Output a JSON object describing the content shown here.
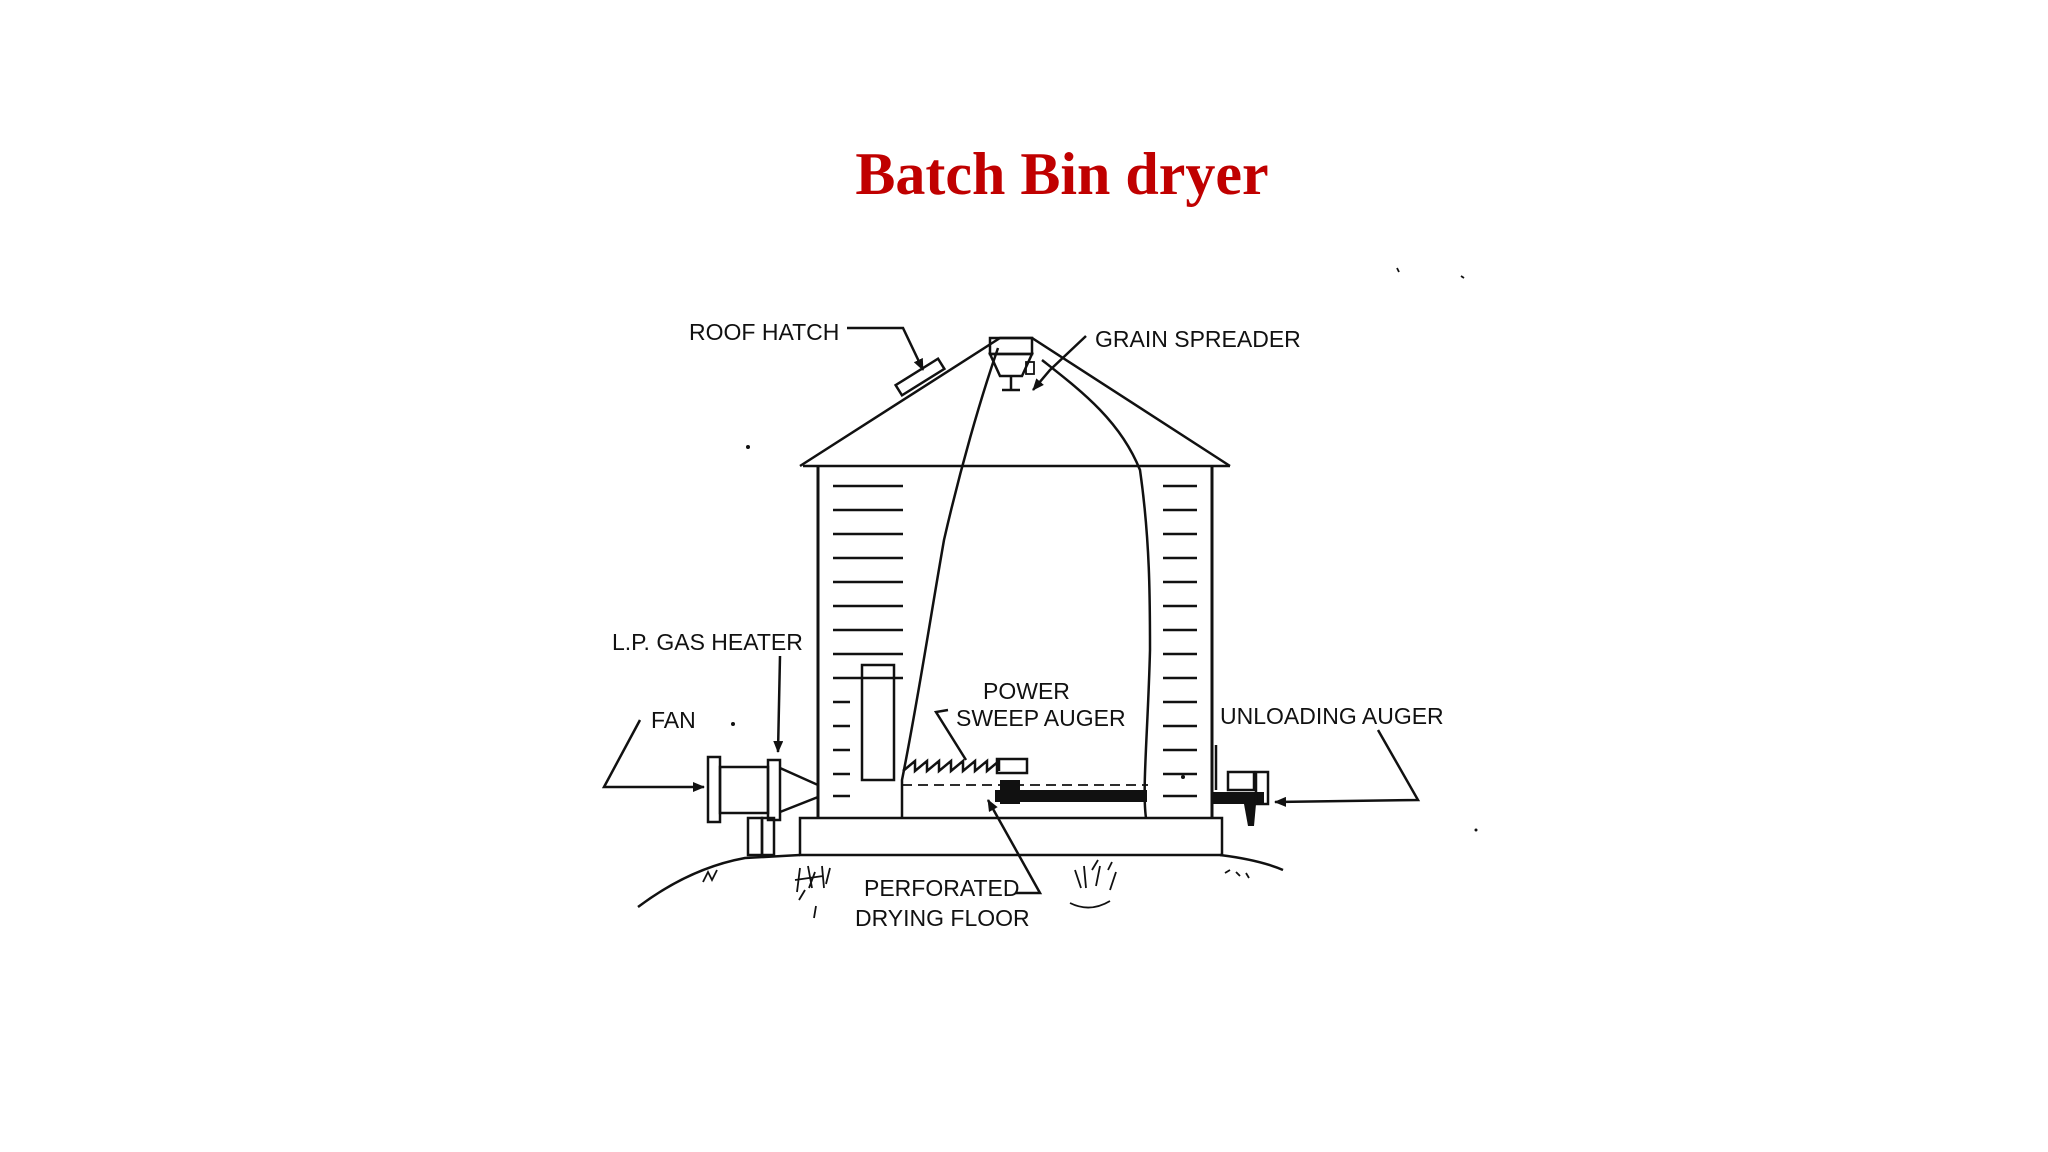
{
  "slide": {
    "title": "Batch Bin dryer",
    "title_color": "#c00000"
  },
  "diagram": {
    "labels": {
      "roof_hatch": "ROOF HATCH",
      "grain_spreader": "GRAIN SPREADER",
      "lp_gas_heater": "L.P. GAS HEATER",
      "fan": "FAN",
      "power_sweep_auger_line1": "POWER",
      "power_sweep_auger_line2": "SWEEP AUGER",
      "unloading_auger": "UNLOADING AUGER",
      "perforated_drying_floor_line1": "PERFORATED",
      "perforated_drying_floor_line2": "DRYING FLOOR"
    }
  }
}
